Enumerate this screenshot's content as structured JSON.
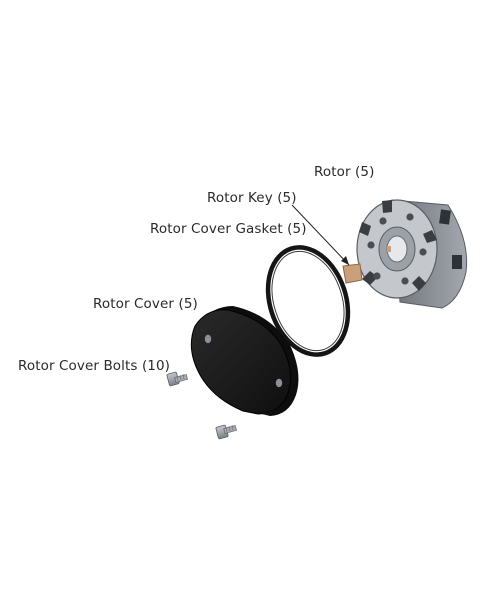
{
  "parts": {
    "rotor": {
      "label": "Rotor (5)"
    },
    "rotor_key": {
      "label": "Rotor Key (5)"
    },
    "rotor_cover_gasket": {
      "label": "Rotor Cover Gasket (5)"
    },
    "rotor_cover": {
      "label": "Rotor Cover (5)"
    },
    "rotor_cover_bolts": {
      "label": "Rotor Cover Bolts (10)"
    }
  },
  "colors": {
    "rotor_body": "#8a8f96",
    "rotor_face": "#c9cdd2",
    "rotor_dark": "#4a4e54",
    "rotor_key": "#c9a07a",
    "gasket": "#1a1a1a",
    "cover": "#1c1c1c",
    "bolt": "#9a9ea4",
    "label_text": "#2a2a2a"
  }
}
